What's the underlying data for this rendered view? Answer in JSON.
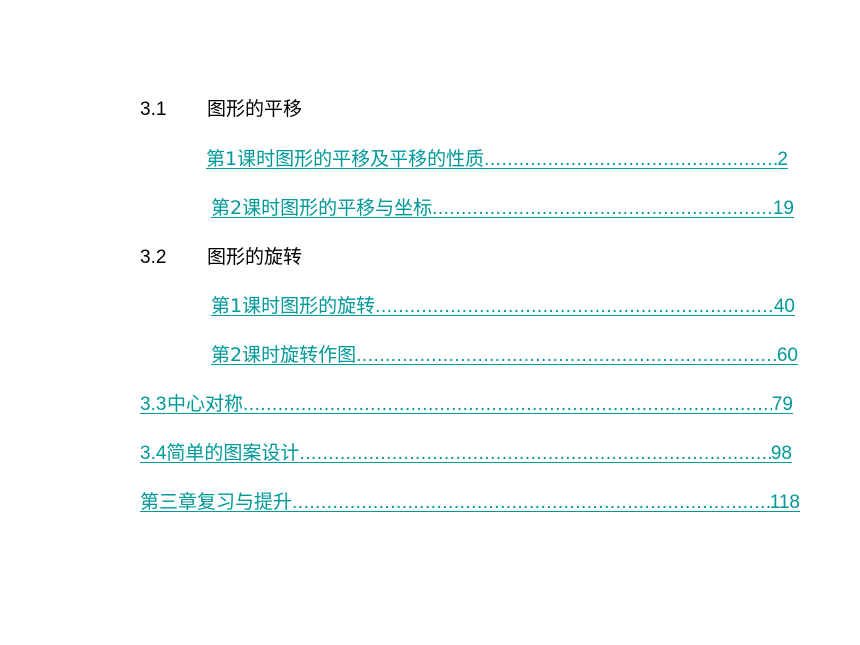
{
  "sections": [
    {
      "number": "3.1",
      "title": "图形的平移"
    },
    {
      "number": "3.2",
      "title": "图形的旋转"
    }
  ],
  "entries": [
    {
      "lesson": "第1课时",
      "title": "图形的平移及平移的性质",
      "page": "2"
    },
    {
      "lesson": "第2课时",
      "title": "图形的平移与坐标",
      "page": "19"
    },
    {
      "lesson": "第1课时",
      "title": "图形的旋转",
      "page": "40"
    },
    {
      "lesson": "第2课时",
      "title": "旋转作图",
      "page": "60"
    },
    {
      "number": "3.3",
      "title": "中心对称",
      "page": "79"
    },
    {
      "number": "3.4",
      "title": "简单的图案设计",
      "page": "98"
    },
    {
      "chapter": "第三章",
      "title": "复习与提升",
      "page": "118"
    }
  ],
  "colors": {
    "link": "#009999",
    "heading": "#000000",
    "background": "#ffffff"
  }
}
